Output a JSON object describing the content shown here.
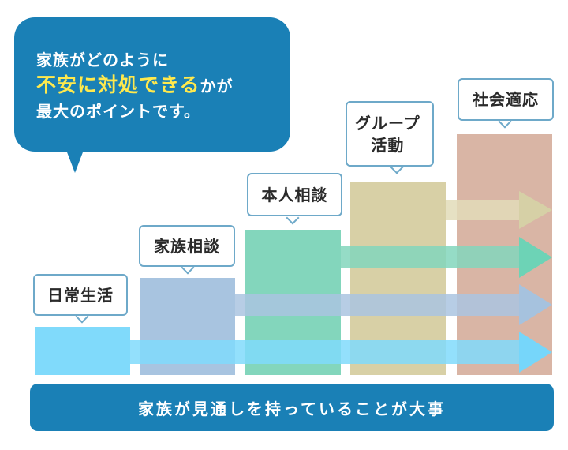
{
  "speech": {
    "line1": "家族がどのように",
    "highlight": "不安に対処できる",
    "line2_rest": "かが",
    "line3": "最大のポイントです。"
  },
  "stages": [
    {
      "label": "日常生活",
      "color": "#80dafb"
    },
    {
      "label": "家族相談",
      "color": "#a8c4e0"
    },
    {
      "label": "本人相談",
      "color": "#83d6bc"
    },
    {
      "label_lines": [
        "グループ",
        "活動"
      ],
      "color": "#d8d0a6"
    },
    {
      "label": "社会適応",
      "color": "#d9b5a5"
    }
  ],
  "footer": "家族が見通しを持っていることが大事"
}
